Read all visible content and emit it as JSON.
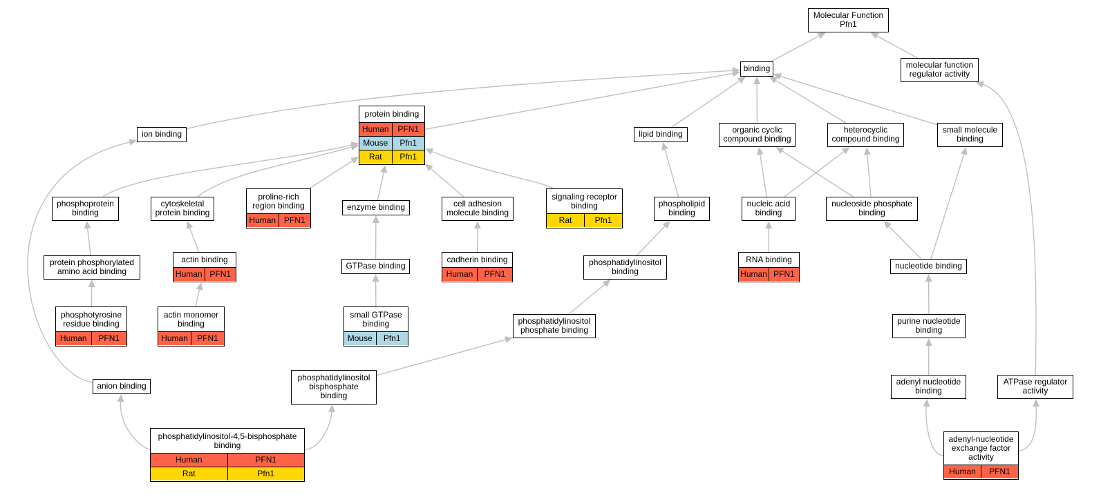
{
  "colors": {
    "human": "#ff6347",
    "mouse": "#add8e6",
    "rat": "#ffd700",
    "edge": "#c0c0c0"
  },
  "nodes": [
    {
      "id": "mf",
      "label": "Molecular Function\nPfn1",
      "rows": []
    },
    {
      "id": "binding",
      "label": "binding",
      "rows": []
    },
    {
      "id": "mfra",
      "label": "molecular function\nregulator activity",
      "rows": []
    },
    {
      "id": "protein_binding",
      "label": "protein binding",
      "rows": [
        [
          "Human",
          "PFN1"
        ],
        [
          "Mouse",
          "Pfn1"
        ],
        [
          "Rat",
          "Pfn1"
        ]
      ]
    },
    {
      "id": "ion_binding",
      "label": "ion binding",
      "rows": []
    },
    {
      "id": "lipid_binding",
      "label": "lipid binding",
      "rows": []
    },
    {
      "id": "ocb",
      "label": "organic cyclic\ncompound binding",
      "rows": []
    },
    {
      "id": "hcb",
      "label": "heterocyclic\ncompound binding",
      "rows": []
    },
    {
      "id": "smb",
      "label": "small molecule\nbinding",
      "rows": []
    },
    {
      "id": "ppb",
      "label": "phosphoprotein\nbinding",
      "rows": []
    },
    {
      "id": "cpb",
      "label": "cytoskeletal\nprotein binding",
      "rows": []
    },
    {
      "id": "prb",
      "label": "proline-rich\nregion binding",
      "rows": [
        [
          "Human",
          "PFN1"
        ]
      ]
    },
    {
      "id": "eb",
      "label": "enzyme binding",
      "rows": []
    },
    {
      "id": "camb",
      "label": "cell adhesion\nmolecule binding",
      "rows": []
    },
    {
      "id": "srb",
      "label": "signaling receptor\nbinding",
      "rows": [
        [
          "Rat",
          "Pfn1"
        ]
      ]
    },
    {
      "id": "plb",
      "label": "phospholipid\nbinding",
      "rows": []
    },
    {
      "id": "nab",
      "label": "nucleic acid\nbinding",
      "rows": []
    },
    {
      "id": "npb",
      "label": "nucleoside phosphate\nbinding",
      "rows": []
    },
    {
      "id": "ppaab",
      "label": "protein phosphorylated\namino acid binding",
      "rows": []
    },
    {
      "id": "ab",
      "label": "actin binding",
      "rows": [
        [
          "Human",
          "PFN1"
        ]
      ]
    },
    {
      "id": "gtpb",
      "label": "GTPase binding",
      "rows": []
    },
    {
      "id": "cadb",
      "label": "cadherin binding",
      "rows": [
        [
          "Human",
          "PFN1"
        ]
      ]
    },
    {
      "id": "pib",
      "label": "phosphatidylinositol\nbinding",
      "rows": []
    },
    {
      "id": "rnab",
      "label": "RNA binding",
      "rows": [
        [
          "Human",
          "PFN1"
        ]
      ]
    },
    {
      "id": "ntb",
      "label": "nucleotide binding",
      "rows": []
    },
    {
      "id": "ptrb",
      "label": "phosphotyrosine\nresidue binding",
      "rows": [
        [
          "Human",
          "PFN1"
        ]
      ]
    },
    {
      "id": "amb",
      "label": "actin monomer\nbinding",
      "rows": [
        [
          "Human",
          "PFN1"
        ]
      ]
    },
    {
      "id": "sgtpb",
      "label": "small GTPase\nbinding",
      "rows": [
        [
          "Mouse",
          "Pfn1"
        ]
      ]
    },
    {
      "id": "pipb",
      "label": "phosphatidylinositol\nphosphate binding",
      "rows": []
    },
    {
      "id": "pnb",
      "label": "purine nucleotide\nbinding",
      "rows": []
    },
    {
      "id": "anb",
      "label": "anion binding",
      "rows": []
    },
    {
      "id": "pibpb",
      "label": "phosphatidylinositol\nbisphosphate\nbinding",
      "rows": []
    },
    {
      "id": "adnb",
      "label": "adenyl nucleotide\nbinding",
      "rows": []
    },
    {
      "id": "atprb",
      "label": "ATPase regulator\nactivity",
      "rows": []
    },
    {
      "id": "pi45",
      "label": "phosphatidylinositol-4,5-bisphosphate\nbinding",
      "rows": [
        [
          "Human",
          "PFN1"
        ],
        [
          "Rat",
          "Pfn1"
        ]
      ]
    },
    {
      "id": "anefa",
      "label": "adenyl-nucleotide\nexchange factor\nactivity",
      "rows": [
        [
          "Human",
          "PFN1"
        ]
      ]
    }
  ],
  "edges": [
    [
      "binding",
      "mf"
    ],
    [
      "mfra",
      "mf"
    ],
    [
      "protein_binding",
      "binding"
    ],
    [
      "ion_binding",
      "binding"
    ],
    [
      "lipid_binding",
      "binding"
    ],
    [
      "ocb",
      "binding"
    ],
    [
      "hcb",
      "binding"
    ],
    [
      "smb",
      "binding"
    ],
    [
      "ppb",
      "protein_binding"
    ],
    [
      "cpb",
      "protein_binding"
    ],
    [
      "prb",
      "protein_binding"
    ],
    [
      "eb",
      "protein_binding"
    ],
    [
      "camb",
      "protein_binding"
    ],
    [
      "srb",
      "protein_binding"
    ],
    [
      "plb",
      "lipid_binding"
    ],
    [
      "nab",
      "ocb"
    ],
    [
      "nab",
      "hcb"
    ],
    [
      "npb",
      "ocb"
    ],
    [
      "npb",
      "hcb"
    ],
    [
      "ppaab",
      "ppb"
    ],
    [
      "ab",
      "cpb"
    ],
    [
      "gtpb",
      "eb"
    ],
    [
      "cadb",
      "camb"
    ],
    [
      "pib",
      "plb"
    ],
    [
      "rnab",
      "nab"
    ],
    [
      "ntb",
      "npb"
    ],
    [
      "ntb",
      "smb"
    ],
    [
      "ptrb",
      "ppaab"
    ],
    [
      "amb",
      "ab"
    ],
    [
      "sgtpb",
      "gtpb"
    ],
    [
      "pipb",
      "pib"
    ],
    [
      "pnb",
      "ntb"
    ],
    [
      "anb",
      "ion_binding"
    ],
    [
      "pibpb",
      "pipb"
    ],
    [
      "adnb",
      "pnb"
    ],
    [
      "atprb",
      "mfra"
    ],
    [
      "pi45",
      "anb"
    ],
    [
      "pi45",
      "pibpb"
    ],
    [
      "anefa",
      "adnb"
    ],
    [
      "anefa",
      "atprb"
    ]
  ]
}
